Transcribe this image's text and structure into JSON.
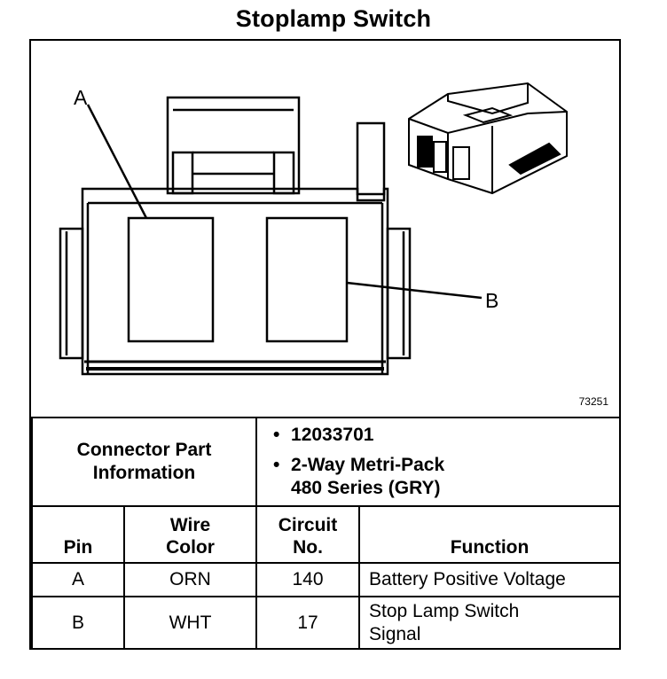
{
  "title": "Stoplamp Switch",
  "diagram": {
    "callouts": [
      "A",
      "B"
    ],
    "figure_id": "73251"
  },
  "connector": {
    "label": "Connector Part Information",
    "part_number": "12033701",
    "description_line1": "2-Way Metri-Pack",
    "description_line2": "480 Series (GRY)",
    "bullet": "•"
  },
  "table": {
    "headers": {
      "pin": "Pin",
      "wire_color_1": "Wire",
      "wire_color_2": "Color",
      "circuit_1": "Circuit",
      "circuit_2": "No.",
      "function": "Function"
    },
    "rows": [
      {
        "pin": "A",
        "wire_color": "ORN",
        "circuit": "140",
        "function": "Battery Positive Voltage"
      },
      {
        "pin": "B",
        "wire_color": "WHT",
        "circuit": "17",
        "function_line1": "Stop Lamp Switch",
        "function_line2": "Signal"
      }
    ]
  }
}
